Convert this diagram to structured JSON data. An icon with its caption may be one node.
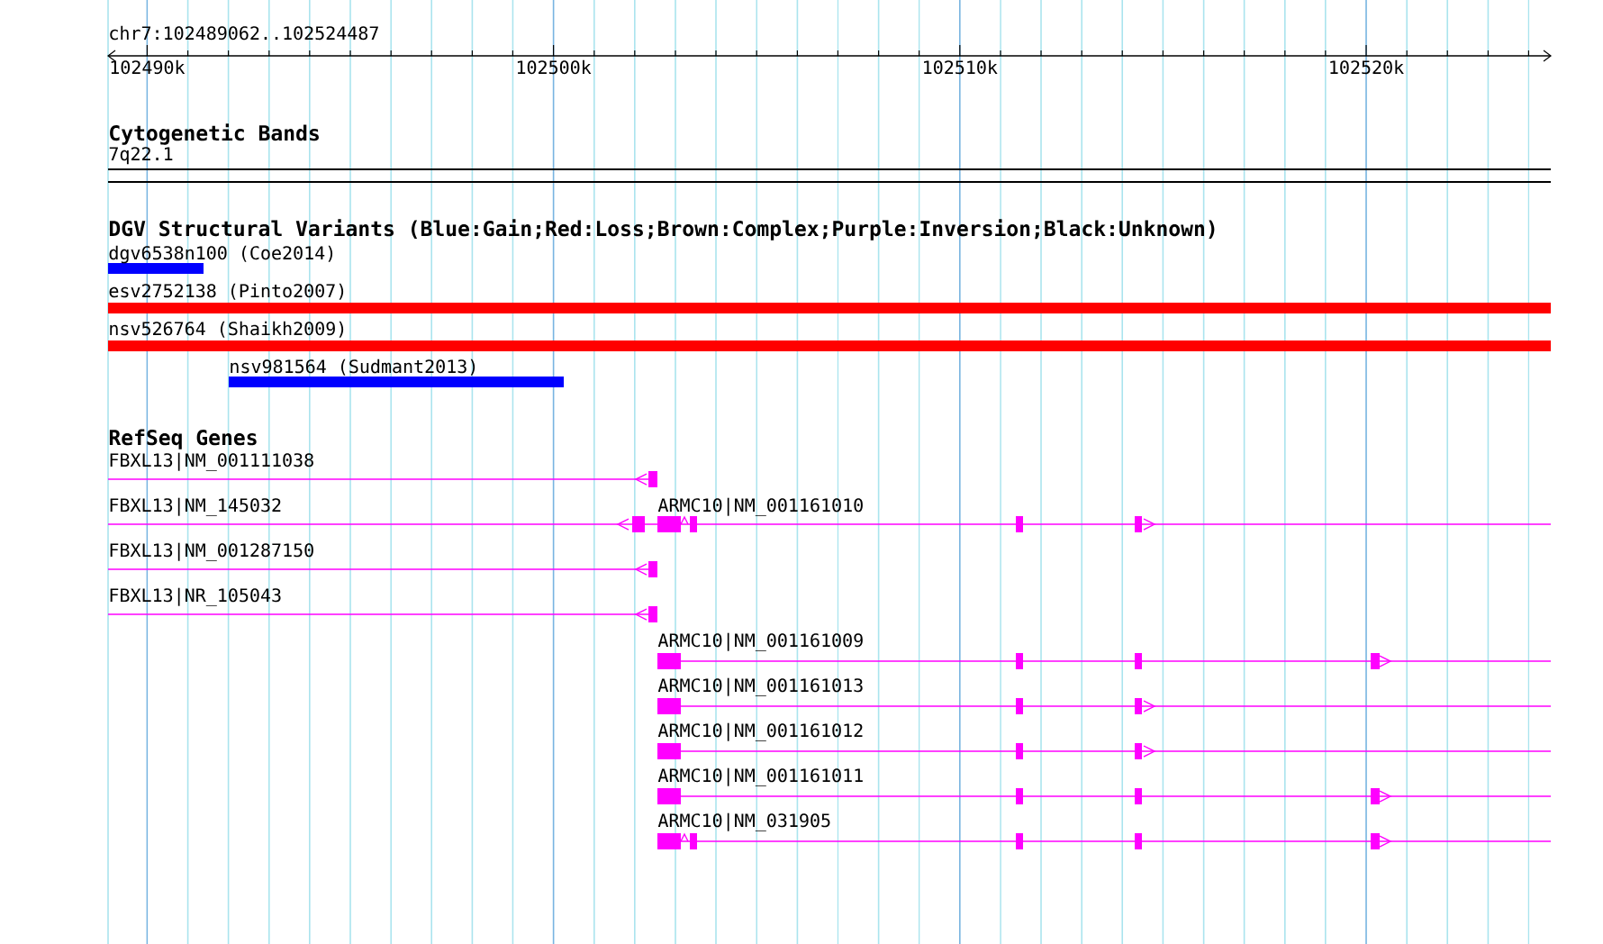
{
  "diagram": {
    "labels": [
      "chr7:102489062..102524487",
      "102490k",
      "102500k",
      "102510k",
      "102520k",
      "Cytogenetic Bands",
      "7q22.1",
      "DGV Structural Variants (Blue:Gain;Red:Loss;Brown:Complex;Purple:Inversion;Black:Unknown)",
      "dgv6538n100 (Coe2014)",
      "esv2752138 (Pinto2007)",
      "nsv526764 (Shaikh2009)",
      "nsv981564 (Sudmant2013)",
      "RefSeq Genes",
      "FBXL13|NM_001111038",
      "FBXL13|NM_145032",
      "ARMC10|NM_001161010",
      "FBXL13|NM_001287150",
      "FBXL13|NR_105043",
      "ARMC10|NM_001161009",
      "ARMC10|NM_001161013",
      "ARMC10|NM_001161012",
      "ARMC10|NM_001161011",
      "ARMC10|NM_031905"
    ]
  }
}
